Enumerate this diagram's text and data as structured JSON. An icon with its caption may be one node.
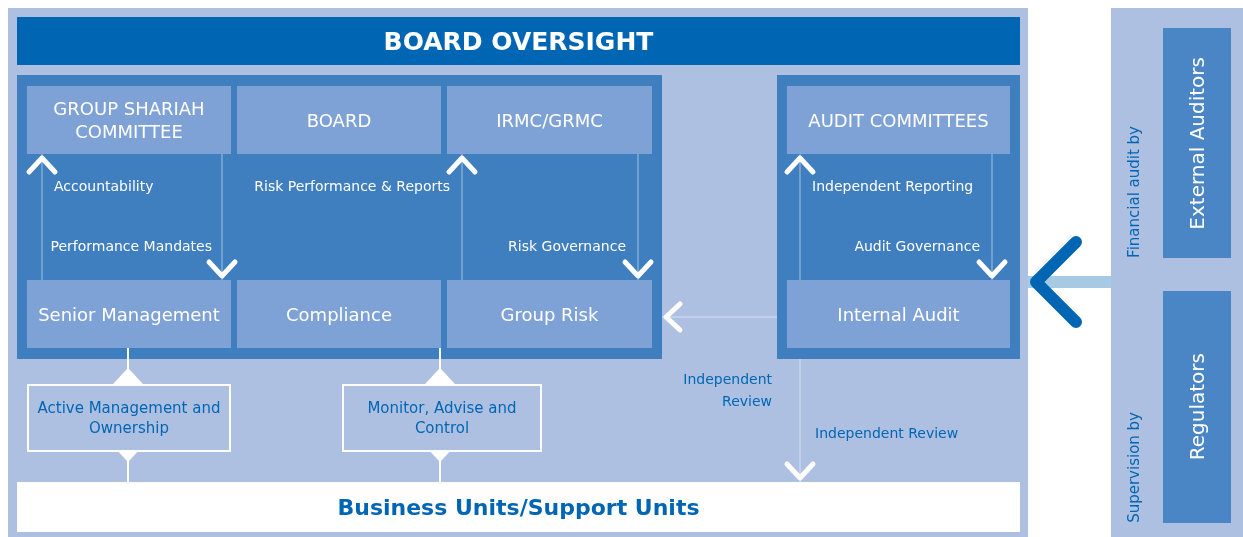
{
  "diagram": {
    "nodes": [
      {
        "text": [],
        "shape": "box"
      },
      {
        "text": [
          "BOARD OVERSIGHT"
        ],
        "in": 0
      },
      {
        "text": [],
        "shape": "box",
        "in": 0
      },
      {
        "text": [
          "GROUP SHARIAH COMMITTEE"
        ],
        "in": 2
      },
      {
        "text": [
          "BOARD"
        ],
        "in": 2
      },
      {
        "text": [
          "IRMC/GRMC"
        ],
        "in": 2
      },
      {
        "text": [
          "Senior Management"
        ],
        "in": 2
      },
      {
        "text": [
          "Compliance"
        ],
        "in": 2
      },
      {
        "text": [
          "Group Risk"
        ],
        "in": 2
      },
      {
        "text": [],
        "shape": "box",
        "in": 0
      },
      {
        "text": [
          "AUDIT COMMITTEES"
        ],
        "in": 9
      },
      {
        "text": [
          "Internal Audit"
        ],
        "in": 9
      },
      {
        "text": [
          "Business Units/Support Units"
        ],
        "in": 0
      },
      {
        "text": [],
        "shape": "box"
      },
      {
        "text": [
          "External Auditors"
        ],
        "in": 13,
        "beside": [
          "Financial audit by"
        ]
      },
      {
        "text": [
          "Regulators"
        ],
        "in": 13,
        "beside": [
          "Supervision by"
        ]
      }
    ],
    "edges": [
      {
        "from": 6,
        "to": 3,
        "arrow": "to",
        "label": "Accountability"
      },
      {
        "from": 3,
        "to": 6,
        "arrow": "to",
        "label": "Performance Mandates"
      },
      {
        "from": 8,
        "to": 5,
        "arrow": "to",
        "label": "Risk Performance & Reports"
      },
      {
        "from": 5,
        "to": 8,
        "arrow": "to",
        "label": "Risk Governance"
      },
      {
        "from": 11,
        "to": 10,
        "arrow": "to",
        "label": "Independent Reporting"
      },
      {
        "from": 10,
        "to": 11,
        "arrow": "to",
        "label": "Audit Governance"
      },
      {
        "from": 9,
        "to": 2,
        "arrow": "to",
        "label": "Independent Review"
      },
      {
        "from": 9,
        "to": 12,
        "arrow": "to",
        "label": "Independent Review"
      },
      {
        "from": 13,
        "to": 0,
        "arrow": "to",
        "style": "thick",
        "color": "#0066b3"
      },
      {
        "from": 6,
        "to": 12,
        "arrow": "both",
        "label": "Active Management and Ownership"
      },
      {
        "from": 7,
        "to": 12,
        "arrow": "both",
        "label": "Monitor, Advise and Control"
      }
    ]
  }
}
